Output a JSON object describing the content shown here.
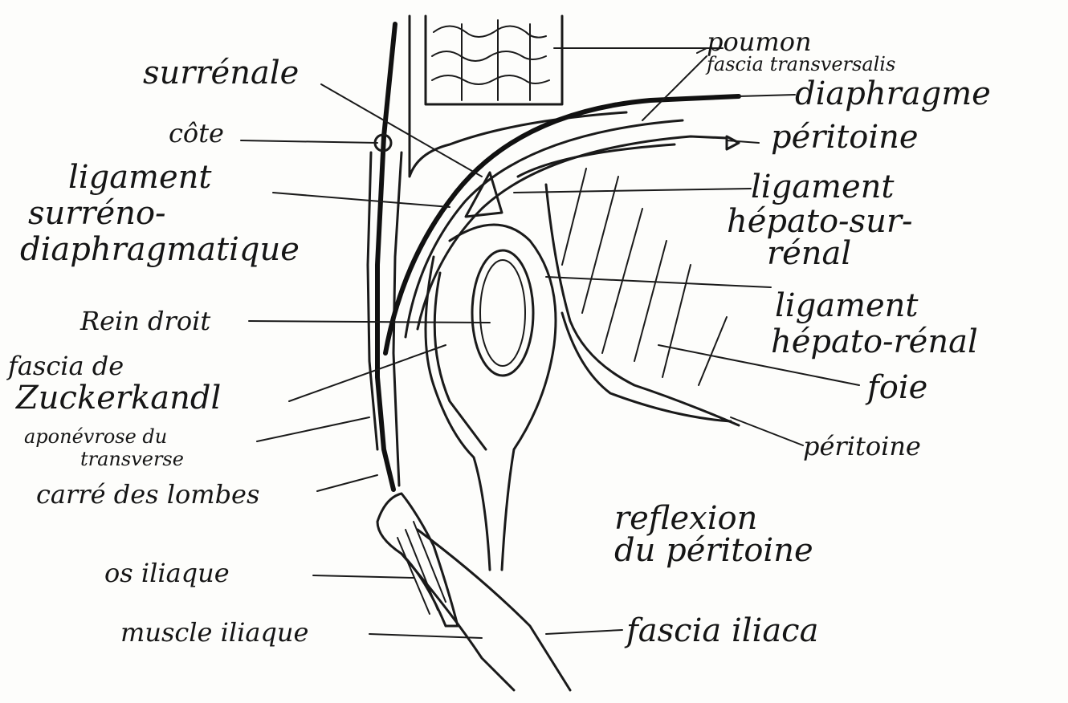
{
  "labels": {
    "poumon": "poumon",
    "fascia_transversalis": "fascia transversalis",
    "diaphragme": "diaphragme",
    "surrenale": "surrénale",
    "cote": "côte",
    "peritoine_top": "péritoine",
    "ligament_surreno_1": "ligament",
    "ligament_surreno_2": "surréno-",
    "ligament_surreno_3": "diaphragmatique",
    "ligament_hepato_sur_1": "ligament",
    "ligament_hepato_sur_2": "hépato-sur-",
    "ligament_hepato_sur_3": "rénal",
    "ligament_hepato_renal_1": "ligament",
    "ligament_hepato_renal_2": "hépato-rénal",
    "rein_droit": "Rein droit",
    "fascia_zuckerkandl_1": "fascia de",
    "fascia_zuckerkandl_2": "Zuckerkandl",
    "foie": "foie",
    "aponevrose_1": "aponévrose du",
    "aponevrose_2": "transverse",
    "peritoine_right": "péritoine",
    "carre_des_lombes": "carré des lombes",
    "reflexion_1": "reflexion",
    "reflexion_2": "du péritoine",
    "os_iliaque": "os iliaque",
    "muscle_iliaque": "muscle iliaque",
    "fascia_iliaca": "fascia iliaca"
  }
}
